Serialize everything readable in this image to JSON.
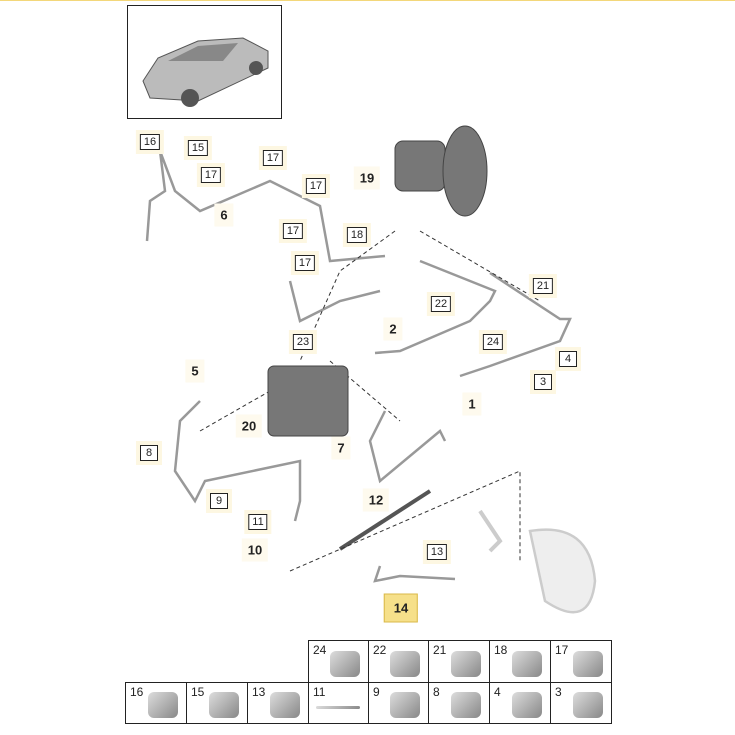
{
  "diagram": {
    "callouts_boxed": [
      "16",
      "15",
      "17",
      "17",
      "17",
      "17",
      "17",
      "18",
      "22",
      "21",
      "24",
      "4",
      "3",
      "23",
      "8",
      "9",
      "11",
      "13"
    ],
    "callouts_bold": [
      "6",
      "19",
      "2",
      "1",
      "5",
      "20",
      "7",
      "12",
      "10"
    ],
    "highlighted": "14"
  },
  "legend": {
    "row1": [
      "24",
      "22",
      "21",
      "18",
      "17"
    ],
    "row2": [
      "16",
      "15",
      "13",
      "11",
      "9",
      "8",
      "4",
      "3"
    ]
  }
}
